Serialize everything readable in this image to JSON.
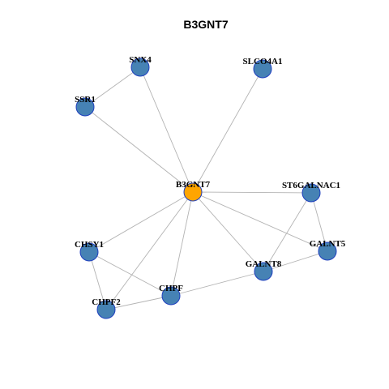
{
  "title": "B3GNT7",
  "colors": {
    "hub": "#FFA500",
    "node": "#4682B4",
    "node_border": "#1f3fbf",
    "edge": "#b3b3b3"
  },
  "nodes": [
    {
      "id": "B3GNT7",
      "label": "B3GNT7",
      "hub": true
    },
    {
      "id": "SNX4",
      "label": "SNX4"
    },
    {
      "id": "SLCO4A1",
      "label": "SLCO4A1"
    },
    {
      "id": "SSR1",
      "label": "SSR1"
    },
    {
      "id": "ST6GALNAC1",
      "label": "ST6GALNAC1"
    },
    {
      "id": "CHSY1",
      "label": "CHSY1"
    },
    {
      "id": "GALNT5",
      "label": "GALNT5"
    },
    {
      "id": "GALNT8",
      "label": "GALNT8"
    },
    {
      "id": "CHPF",
      "label": "CHPF"
    },
    {
      "id": "CHPF2",
      "label": "CHPF2"
    }
  ],
  "edges": [
    [
      "B3GNT7",
      "SNX4"
    ],
    [
      "B3GNT7",
      "SLCO4A1"
    ],
    [
      "B3GNT7",
      "SSR1"
    ],
    [
      "B3GNT7",
      "ST6GALNAC1"
    ],
    [
      "B3GNT7",
      "CHSY1"
    ],
    [
      "B3GNT7",
      "GALNT5"
    ],
    [
      "B3GNT7",
      "GALNT8"
    ],
    [
      "B3GNT7",
      "CHPF"
    ],
    [
      "B3GNT7",
      "CHPF2"
    ],
    [
      "SNX4",
      "SSR1"
    ],
    [
      "ST6GALNAC1",
      "GALNT5"
    ],
    [
      "ST6GALNAC1",
      "GALNT8"
    ],
    [
      "GALNT5",
      "GALNT8"
    ],
    [
      "GALNT8",
      "CHPF"
    ],
    [
      "CHSY1",
      "CHPF"
    ],
    [
      "CHSY1",
      "CHPF2"
    ],
    [
      "CHPF",
      "CHPF2"
    ]
  ]
}
